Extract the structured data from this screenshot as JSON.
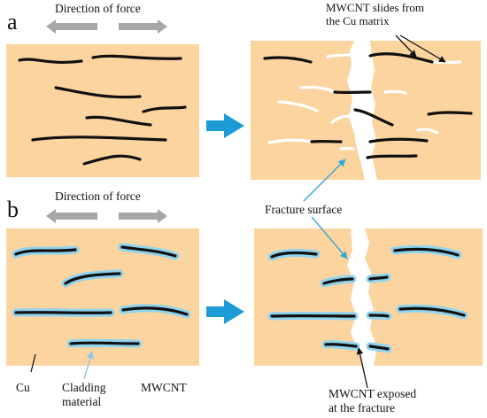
{
  "panel_a": {
    "letter": "a",
    "force_label": "Direction of force",
    "slide_callout": "MWCNT slides from\nthe Cu matrix"
  },
  "panel_b": {
    "letter": "b",
    "force_label": "Direction of force",
    "fracture_callout": "Fracture surface",
    "cu_label": "Cu",
    "cladding_label": "Cladding\nmaterial",
    "mwcnt_label": "MWCNT",
    "exposed_callout": "MWCNT exposed\nat the fracture"
  },
  "colors": {
    "matrix": "#FCD49F",
    "nanotube": "#111111",
    "cladding": "#8FD3EE",
    "process_arrow": "#1E9BD7",
    "force_arrow": "#A6A6A6",
    "fracture": "#FFFFFF",
    "callout_blue": "#35A6D9"
  }
}
